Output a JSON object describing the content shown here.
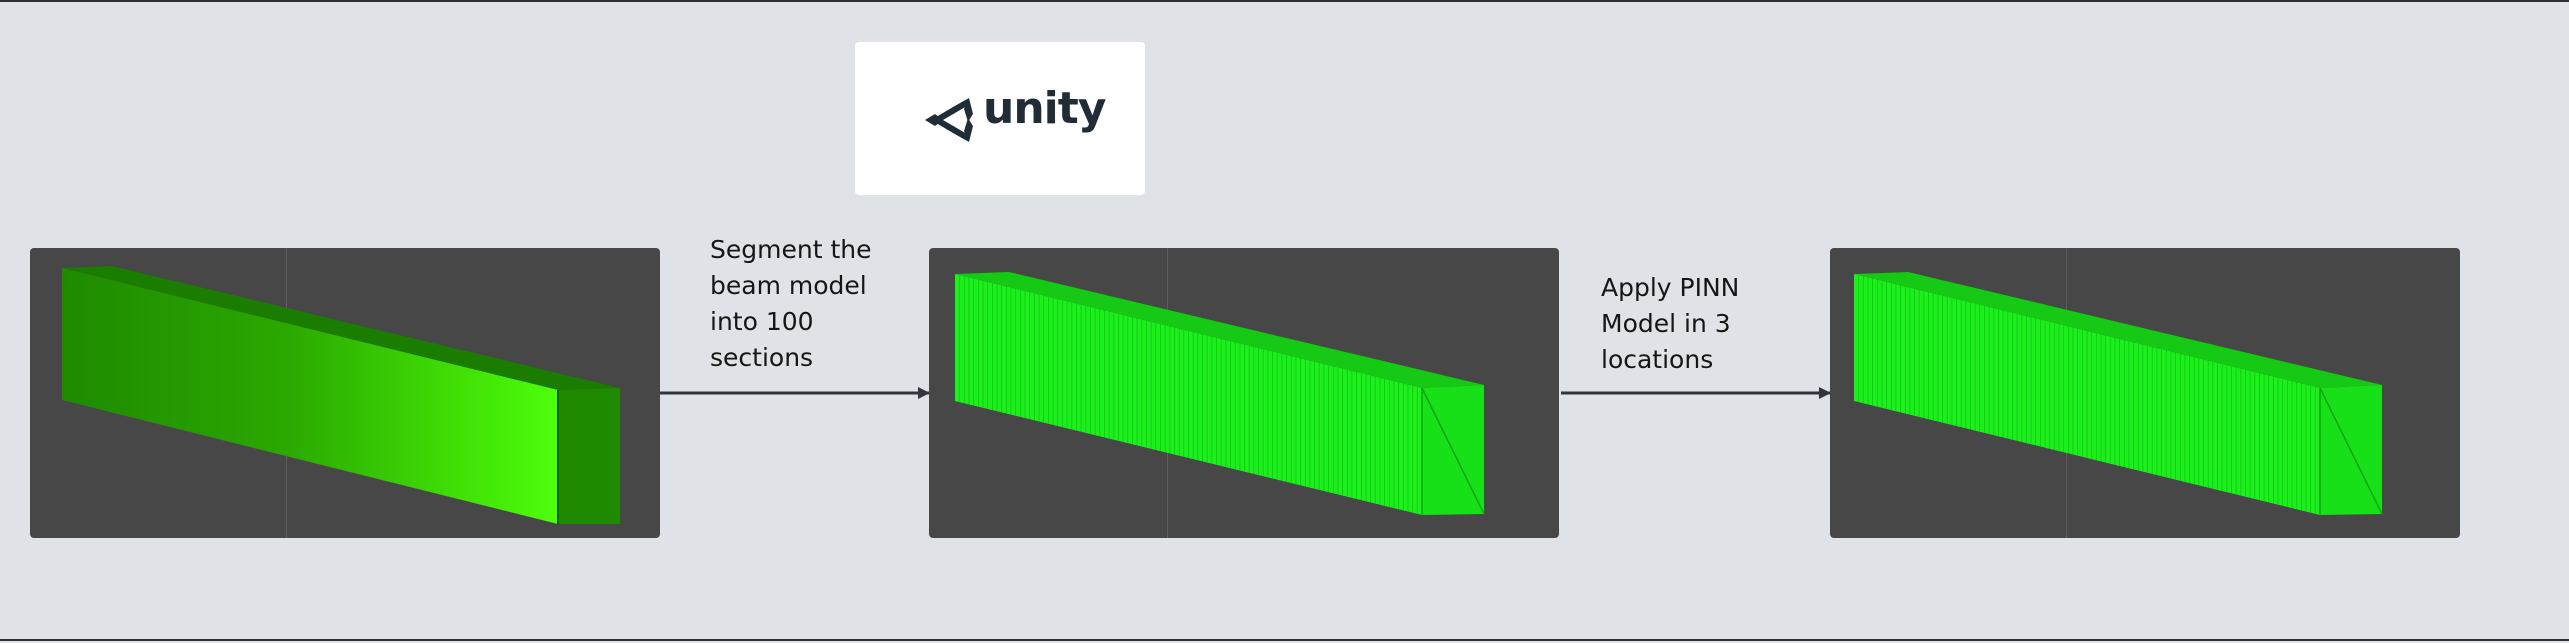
{
  "diagram": {
    "logo": {
      "text": "unity"
    },
    "panels": [
      {
        "id": "original-beam",
        "description": "Solid green beam"
      },
      {
        "id": "segmented-beam",
        "description": "Segmented bright green beam"
      },
      {
        "id": "pinn-beam",
        "description": "Segmented bright green beam with PINN applied"
      }
    ],
    "steps": [
      {
        "label": "Segment the\nbeam model\ninto 100\nsections"
      },
      {
        "label": "Apply PINN\nModel in 3\nlocations"
      }
    ],
    "colors": {
      "background": "#dfe2e7",
      "panel": "#474747",
      "beam_dark": "#1e8a00",
      "beam_light": "#4dff0a",
      "segment_green": "#1cf01c",
      "arrow": "#2f343d",
      "logo_text": "#222c37"
    }
  }
}
